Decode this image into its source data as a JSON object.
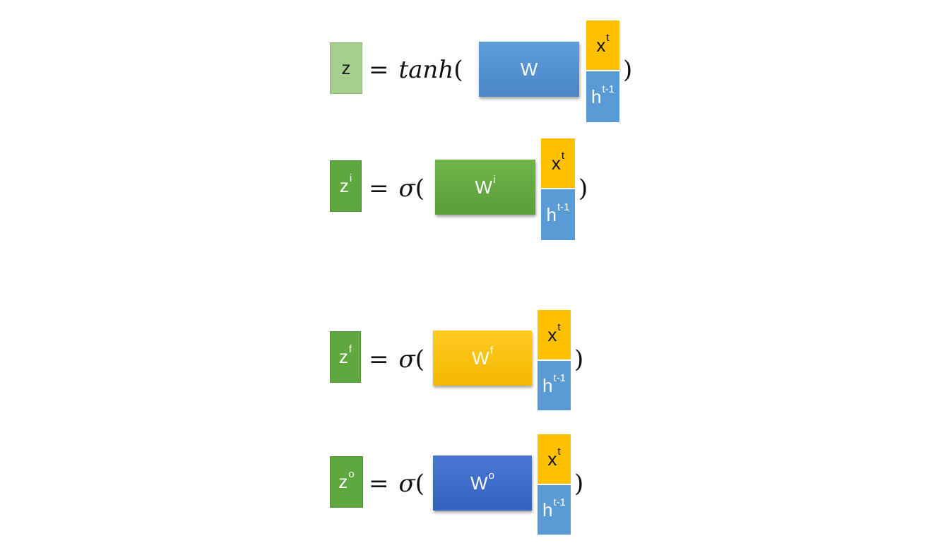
{
  "equations": [
    {
      "id": "z",
      "lhs": {
        "base": "z",
        "sup": ""
      },
      "equals": "=",
      "function": "tanh",
      "open_paren": "(",
      "matrix": {
        "base": "W",
        "sup": "",
        "color": "#5b9bd5"
      },
      "vector_top": {
        "base": "x",
        "sup": "t"
      },
      "vector_bottom": {
        "base": "h",
        "sup": "t-1"
      },
      "close_paren": ")"
    },
    {
      "id": "zi",
      "lhs": {
        "base": "z",
        "sup": "i"
      },
      "equals": "=",
      "function": "σ",
      "open_paren": "(",
      "matrix": {
        "base": "W",
        "sup": "i",
        "color": "#70ad47"
      },
      "vector_top": {
        "base": "x",
        "sup": "t"
      },
      "vector_bottom": {
        "base": "h",
        "sup": "t-1"
      },
      "close_paren": ")"
    },
    {
      "id": "zf",
      "lhs": {
        "base": "z",
        "sup": "f"
      },
      "equals": "=",
      "function": "σ",
      "open_paren": "(",
      "matrix": {
        "base": "W",
        "sup": "f",
        "color": "#ffc000"
      },
      "vector_top": {
        "base": "x",
        "sup": "t"
      },
      "vector_bottom": {
        "base": "h",
        "sup": "t-1"
      },
      "close_paren": ")"
    },
    {
      "id": "zo",
      "lhs": {
        "base": "z",
        "sup": "o"
      },
      "equals": "=",
      "function": "σ",
      "open_paren": "(",
      "matrix": {
        "base": "W",
        "sup": "o",
        "color": "#4472c4"
      },
      "vector_top": {
        "base": "x",
        "sup": "t"
      },
      "vector_bottom": {
        "base": "h",
        "sup": "t-1"
      },
      "close_paren": ")"
    }
  ],
  "colors": {
    "x_vector": "#ffc000",
    "h_vector": "#5b9bd5",
    "gate_light_green": "#a6cf8f",
    "gate_green": "#5fa83f"
  }
}
